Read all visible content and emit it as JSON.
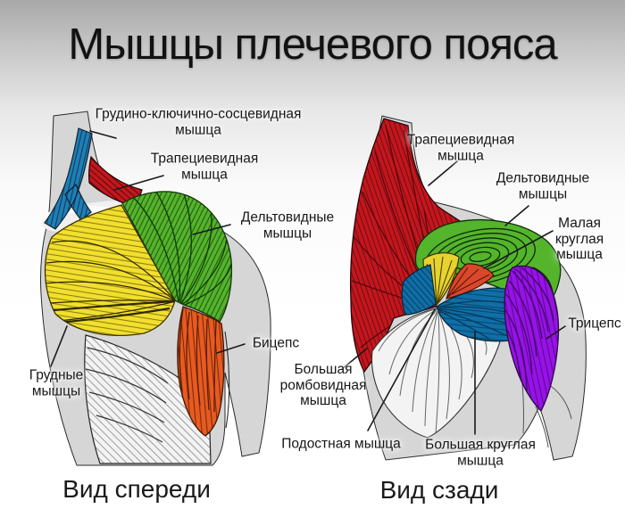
{
  "title": "Мышцы плечевого пояса",
  "front_view": {
    "caption": "Вид спереди",
    "labels": {
      "scm": "Грудино-ключично-сосцевидная\nмышца",
      "trapezius": "Трапециевидная\nмышца",
      "deltoid": "Дельтовидные\nмышцы",
      "biceps": "Бицепс",
      "pectoral": "Грудные\nмышцы"
    }
  },
  "back_view": {
    "caption": "Вид сзади",
    "labels": {
      "trapezius": "Трапециевидная\nмышца",
      "deltoid": "Дельтовидные\nмышцы",
      "teres_minor": "Малая\nкруглая\nмышца",
      "triceps": "Трицепс",
      "rhomboid": "Большая\nромбовидная\nмышца",
      "infraspinatus": "Подостная мышца",
      "teres_major": "Большая круглая\nмышца"
    }
  },
  "colors": {
    "scm_blue": "#1E7FB8",
    "trapezius_red": "#C5161D",
    "deltoid_green": "#54B42C",
    "deltoid_green_dark": "#2E7D1C",
    "pectoral_yellow": "#F2DF2E",
    "biceps_orange": "#E85A20",
    "supraspinatus_yellow": "#E8D22E",
    "teres_minor_orange": "#D9482B",
    "infraspinatus_blue": "#0F6FA8",
    "triceps_purple": "#9712E8",
    "body_gray": "#D6D6D6",
    "fiber_white": "#F3F3F3"
  }
}
